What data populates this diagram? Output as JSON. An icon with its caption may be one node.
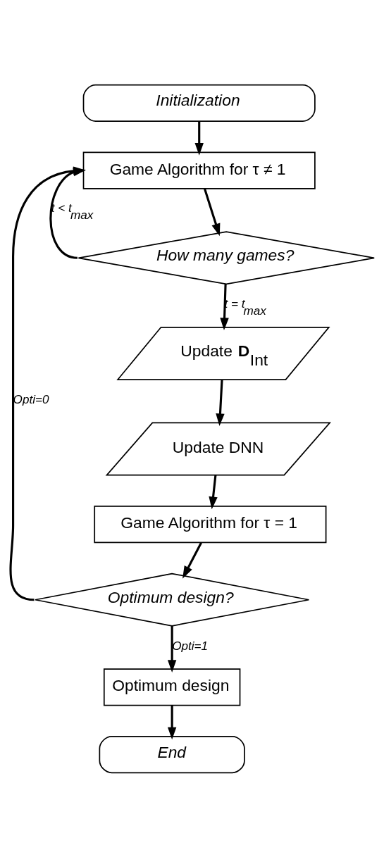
{
  "diagram": {
    "nodes": [
      {
        "text": [
          "Initialization"
        ]
      },
      {
        "text": [
          "Game Algorithm for τ ≠ 1"
        ]
      },
      {
        "text": [
          "How many games?"
        ]
      },
      {
        "text": [
          "Update **D**$_{Int}$"
        ]
      },
      {
        "text": [
          "Update DNN"
        ]
      },
      {
        "text": [
          "Game Algorithm for τ = 1"
        ]
      },
      {
        "text": [
          "Optimum design?"
        ]
      },
      {
        "text": [
          "Optimum design"
        ]
      },
      {
        "text": [
          "End"
        ]
      }
    ],
    "edges": [
      {
        "from": 0,
        "to": 1,
        "arrow": "to"
      },
      {
        "from": 1,
        "to": 2,
        "arrow": "to"
      },
      {
        "from": 2,
        "to": 1,
        "arrow": "to",
        "label": "t < t$_{max}$"
      },
      {
        "from": 2,
        "to": 3,
        "arrow": "to",
        "label": "t = t$_{max}$"
      },
      {
        "from": 3,
        "to": 4,
        "arrow": "to"
      },
      {
        "from": 4,
        "to": 5,
        "arrow": "to"
      },
      {
        "from": 5,
        "to": 6,
        "arrow": "to"
      },
      {
        "from": 6,
        "to": 1,
        "arrow": "to",
        "label": "Opti=0"
      },
      {
        "from": 6,
        "to": 7,
        "arrow": "to",
        "label": "Opti=1"
      },
      {
        "from": 7,
        "to": 8,
        "arrow": "to"
      }
    ]
  }
}
